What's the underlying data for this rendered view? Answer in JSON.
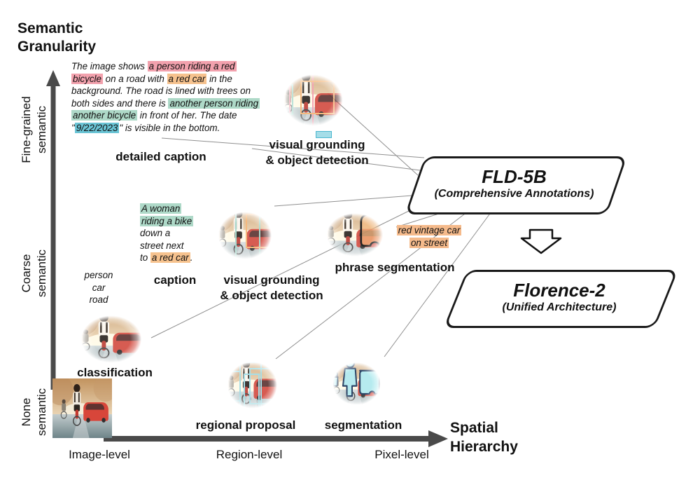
{
  "title": {
    "line1": "Semantic",
    "line2": "Granularity"
  },
  "y_axis": {
    "labels": [
      {
        "line1": "Fine-grained",
        "line2": "semantic"
      },
      {
        "line1": "Coarse",
        "line2": "semantic"
      },
      {
        "line1": "None",
        "line2": "semantic"
      }
    ]
  },
  "x_axis": {
    "ticks": [
      "Image-level",
      "Region-level",
      "Pixel-level"
    ],
    "title_line1": "Spatial",
    "title_line2": "Hierarchy"
  },
  "detailed_caption": {
    "label": "detailed caption",
    "segments": [
      {
        "t": "The image shows "
      },
      {
        "t": "a person riding a red bicycle",
        "h": "pink"
      },
      {
        "t": " on a road with "
      },
      {
        "t": "a red car",
        "h": "orange"
      },
      {
        "t": " in the background. The road is lined with trees on both sides and there is "
      },
      {
        "t": "another person riding another bicycle",
        "h": "teal"
      },
      {
        "t": " in front of her. The date \""
      },
      {
        "t": "9/22/2023",
        "h": "blue"
      },
      {
        "t": "\" is visible in the bottom."
      }
    ]
  },
  "caption": {
    "label": "caption",
    "lines": [
      [
        {
          "t": "A woman",
          "h": "teal"
        }
      ],
      [
        {
          "t": "riding a bike",
          "h": "teal"
        }
      ],
      [
        {
          "t": "down a"
        }
      ],
      [
        {
          "t": "street next"
        }
      ],
      [
        {
          "t": "to "
        },
        {
          "t": "a red car",
          "h": "orange"
        },
        {
          "t": "."
        }
      ]
    ]
  },
  "classification": {
    "label": "classification",
    "tags": [
      "person",
      "car",
      "road"
    ]
  },
  "vg_top": {
    "label_line1": "visual grounding",
    "label_line2": "& object detection"
  },
  "vg_mid": {
    "label_line1": "visual grounding",
    "label_line2": "& object detection"
  },
  "phrase_seg": {
    "label": "phrase segmentation",
    "phrase_line1": "red vintage car",
    "phrase_line2": "on street"
  },
  "regional": {
    "label": "regional proposal"
  },
  "segmentation": {
    "label": "segmentation"
  },
  "fld5b": {
    "title": "FLD-5B",
    "subtitle": "(Comprehensive Annotations)"
  },
  "florence2": {
    "title": "Florence-2",
    "subtitle": "(Unified Architecture)"
  },
  "colors": {
    "pink": "#f2a1ad",
    "orange": "#f6c28e",
    "teal": "#aed9c8",
    "blue": "#6ac4d5",
    "phrase_orange": "#f5ba8b",
    "box_pink": "#ef93a2",
    "box_teal": "#96cfc0",
    "box_orange": "#f0a862",
    "box_cyan": "#8fd2da",
    "date_fill": "#a5dde8",
    "date_border": "#49b6ce",
    "seg_fill": "#9edee3",
    "seg_stroke": "#17335c",
    "axis": "#4a4a4a",
    "connector": "#8f8f8f",
    "car_red": "#d8463a"
  }
}
